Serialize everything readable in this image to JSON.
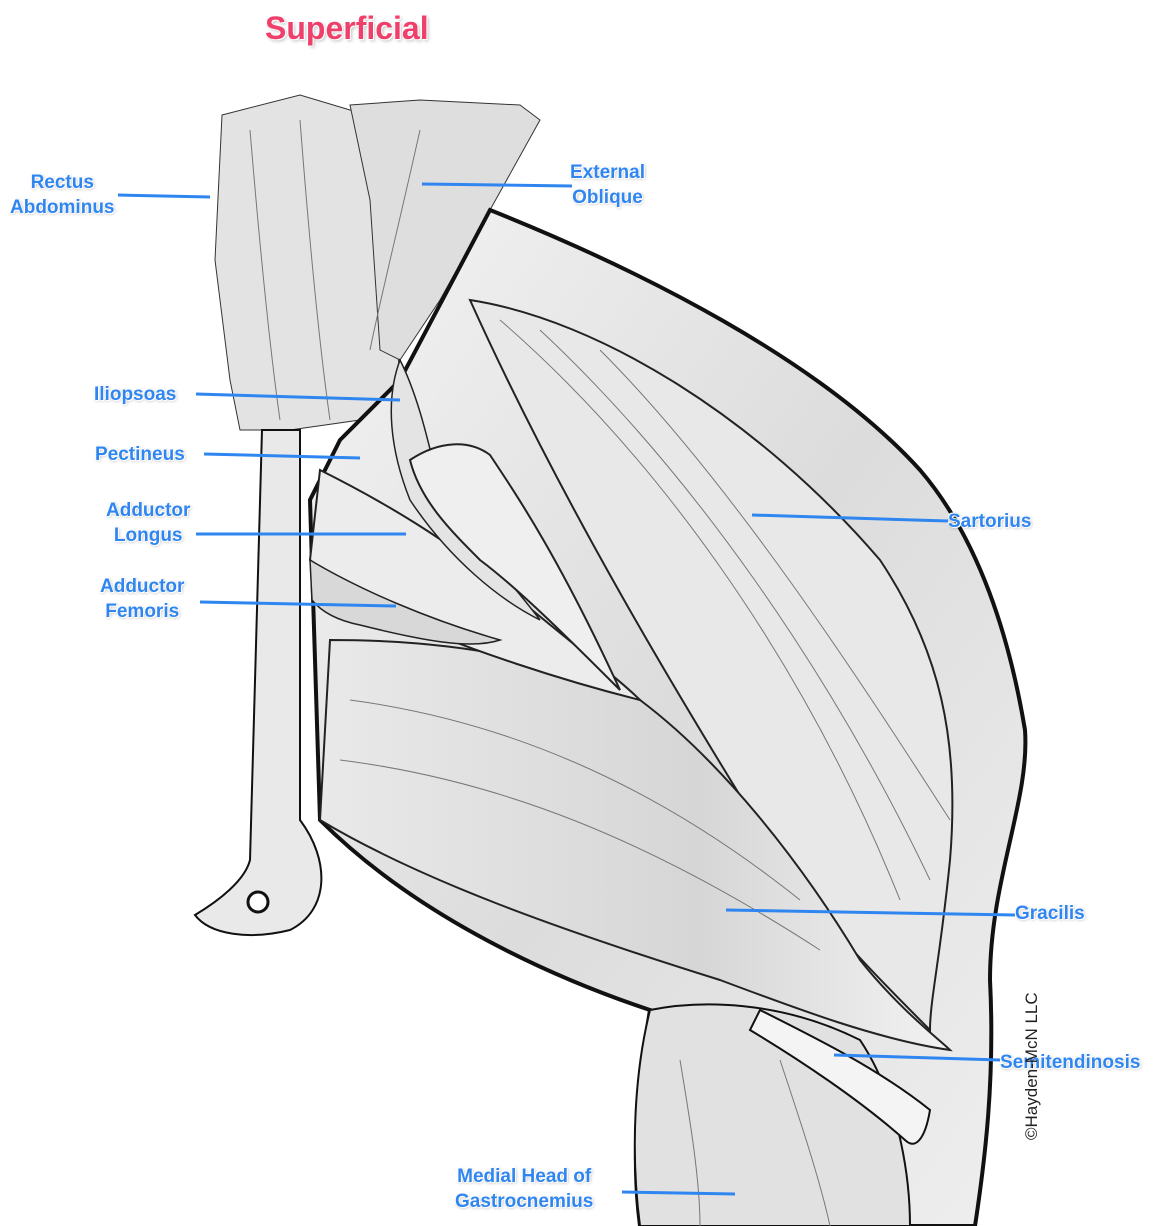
{
  "title": "Superficial",
  "labels": {
    "rectus_abdominus": [
      "Rectus",
      "Abdominus"
    ],
    "external_oblique": [
      "External",
      "Oblique"
    ],
    "iliopsoas": "Iliopsoas",
    "pectineus": "Pectineus",
    "adductor_longus": [
      "Adductor",
      "Longus"
    ],
    "adductor_femoris": [
      "Adductor",
      "Femoris"
    ],
    "sartorius": "Sartorius",
    "gracilis": "Gracilis",
    "semitendinosis": "Semitendinosis",
    "medial_head_gastrocnemius": [
      "Medial Head of",
      "Gastrocnemius"
    ]
  },
  "credit": "©Hayden-McN LLC",
  "colors": {
    "title": "#ef3f6b",
    "label": "#2f86f0",
    "muscle": "#e6e6e6",
    "outline": "#1a1a1a"
  }
}
